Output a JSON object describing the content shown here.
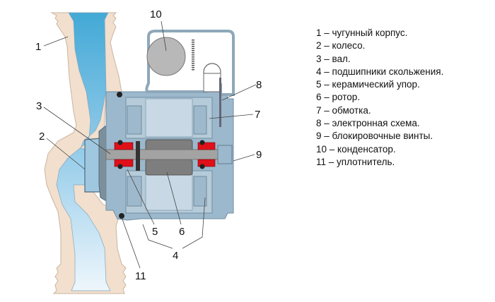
{
  "diagram": {
    "subject": "circulation pump cross-section",
    "colors": {
      "housing": "#f2dfcd",
      "water_top": "#4aaed8",
      "water_bottom": "#e8f3fb",
      "motor_case": "#9cb8cc",
      "motor_inner": "#c5d6e2",
      "rotor": "#7e7e7e",
      "shaft": "#a3a3a3",
      "bearing": "#e0101a",
      "seal": "#222222",
      "capacitor": "#b8b8b8"
    },
    "callouts": [
      {
        "id": "1",
        "label": "1"
      },
      {
        "id": "2",
        "label": "2"
      },
      {
        "id": "3",
        "label": "3"
      },
      {
        "id": "4",
        "label": "4"
      },
      {
        "id": "5",
        "label": "5"
      },
      {
        "id": "6",
        "label": "6"
      },
      {
        "id": "7",
        "label": "7"
      },
      {
        "id": "8",
        "label": "8"
      },
      {
        "id": "9",
        "label": "9"
      },
      {
        "id": "10",
        "label": "10"
      },
      {
        "id": "11",
        "label": "11"
      }
    ]
  },
  "legend": [
    "1 – чугунный корпус.",
    "2 – колесо.",
    "3 – вал.",
    "4 – подшипники скольжения.",
    "5 – керамический упор.",
    "6 – ротор.",
    "7 – обмотка.",
    "8 – электронная схема.",
    "9 – блокировочные винты.",
    "10 – конденсатор.",
    "11 – уплотнитель."
  ]
}
